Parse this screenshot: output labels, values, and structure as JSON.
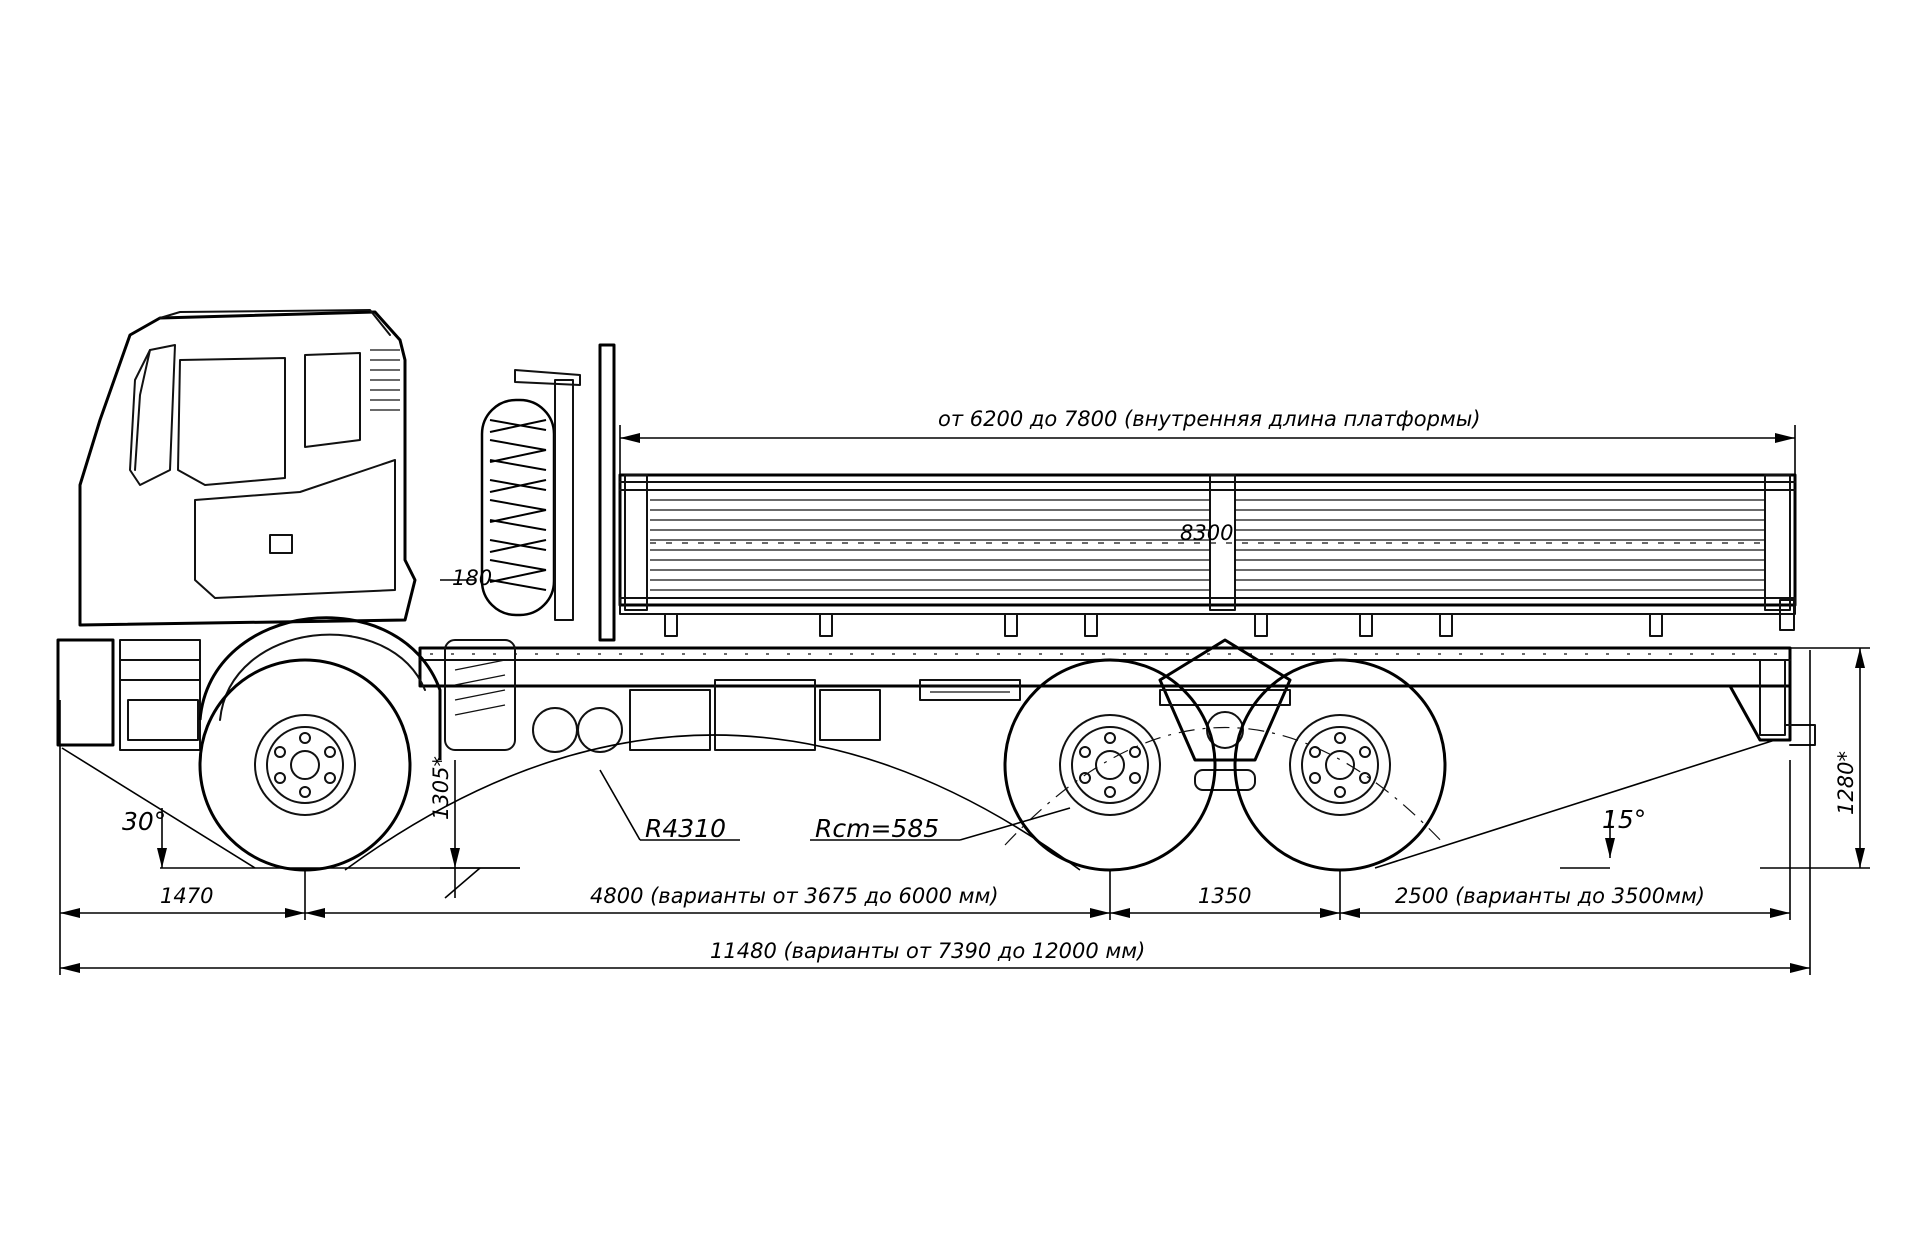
{
  "dimensions": {
    "platform_length": "от 6200 до 7800 (внутренняя длина платформы)",
    "overall_length": "11480   (варианты от 7390 до 12000 мм)",
    "front_overhang": "1470",
    "wheelbase": "4800   (варианты от 3675 до 6000 мм)",
    "bogie_spacing": "1350",
    "rear_overhang": "2500 (варианты до 3500мм)",
    "rear_height": "1280*",
    "front_height": "1305*",
    "ramp_radius": "R4310",
    "bogie_radius": "Rcm=585",
    "approach_angle": "30°",
    "departure_angle": "15°",
    "gap_cab": "180",
    "platform_mark": "8300"
  }
}
